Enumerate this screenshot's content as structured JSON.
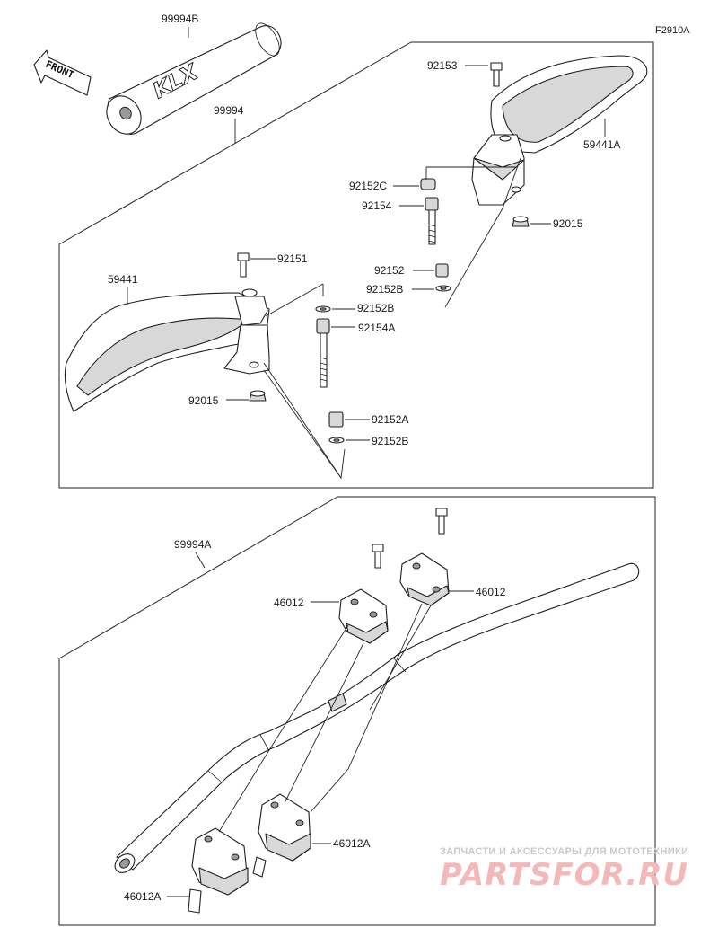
{
  "figure_id": "F2910A",
  "front_label": "FRONT",
  "pad_logo_text": "KLX",
  "parts": {
    "pad": "99994B",
    "handguard_kit": "99994",
    "guard_right": "59441A",
    "guard_left": "59441",
    "bolt_top_right": "92153",
    "collar_c": "92152C",
    "bolt_long_right": "92154",
    "nut_right": "92015",
    "collar_right": "92152",
    "washer_b_right": "92152B",
    "bolt_top_left": "92151",
    "washer_b_left_top": "92152B",
    "bolt_long_left": "92154A",
    "nut_left": "92015",
    "collar_a": "92152A",
    "washer_b_left_bottom": "92152B",
    "handlebar_kit": "99994A",
    "clamp_upper_left": "46012",
    "clamp_upper_right": "46012",
    "clamp_lower_right": "46012A",
    "clamp_lower_left": "46012A"
  },
  "watermark": {
    "tagline": "ЗАПЧАСТИ И АКСЕССУАРЫ ДЛЯ МОТОТЕХНИКИ",
    "logo": "PARTSFOR.RU"
  }
}
